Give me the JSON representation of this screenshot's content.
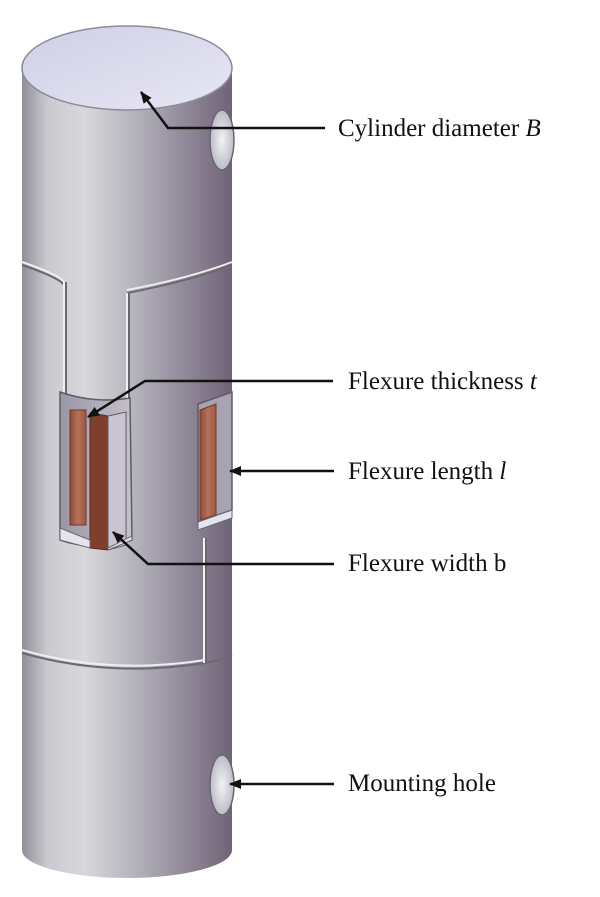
{
  "callouts": {
    "diameter": {
      "text": "Cylinder diameter ",
      "symbol": "B"
    },
    "thickness": {
      "text": "Flexure thickness ",
      "symbol": "t"
    },
    "length": {
      "text": "Flexure length ",
      "symbol": "l"
    },
    "width": {
      "text": "Flexure width b",
      "symbol": ""
    },
    "hole": {
      "text": "Mounting hole",
      "symbol": ""
    }
  },
  "colors": {
    "cylinder_light": "#d5d5da",
    "cylinder_mid": "#a7a6b0",
    "cylinder_dark": "#7c7083",
    "cylinder_top": "#dcdcef",
    "flexure_copper": "#b06a4e",
    "flexure_edge": "#7e4232",
    "arrow": "#111111"
  }
}
